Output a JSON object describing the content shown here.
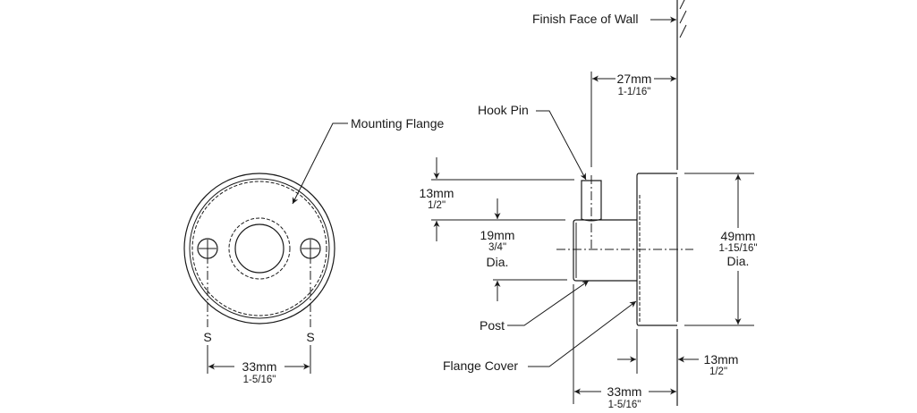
{
  "front_view": {
    "mounting_flange_label": "Mounting Flange",
    "screw_marks": [
      "S",
      "S"
    ],
    "screw_spacing": {
      "metric": "33mm",
      "imperial": "1-5/16\""
    }
  },
  "side_view": {
    "wall_label": "Finish Face of Wall",
    "hook_pin_label": "Hook Pin",
    "post_label": "Post",
    "flange_cover_label": "Flange Cover",
    "projection": {
      "metric": "27mm",
      "imperial": "1-1/16\""
    },
    "pin_height": {
      "metric": "13mm",
      "imperial": "1/2\""
    },
    "post_diameter": {
      "metric": "19mm",
      "imperial": "3/4\"",
      "suffix": "Dia."
    },
    "flange_diameter": {
      "metric": "49mm",
      "imperial": "1-15/16\"",
      "suffix": "Dia."
    },
    "flange_depth": {
      "metric": "13mm",
      "imperial": "1/2\""
    },
    "overall_depth": {
      "metric": "33mm",
      "imperial": "1-5/16\""
    }
  },
  "colors": {
    "ink": "#1a1a1a",
    "paper": "#ffffff"
  }
}
